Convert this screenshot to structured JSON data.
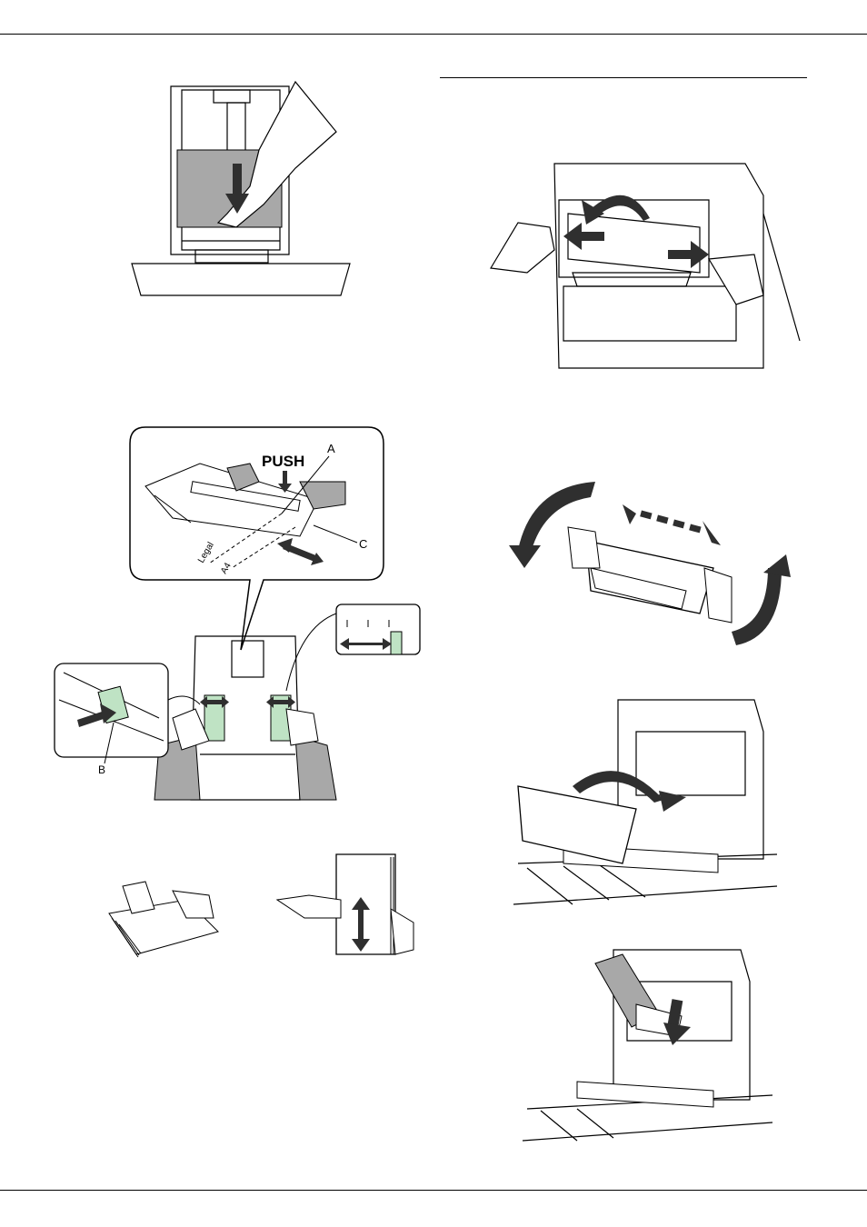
{
  "figures": {
    "tray_detail": {
      "push_label": "PUSH",
      "label_a": "A",
      "label_c": "C",
      "label_legal": "Legal",
      "label_a4": "A4",
      "label_b": "B"
    }
  },
  "colors": {
    "guide_green": "#bfe3c4",
    "shade_gray": "#a8a8a8",
    "arrow_dark": "#2f2f2f"
  }
}
